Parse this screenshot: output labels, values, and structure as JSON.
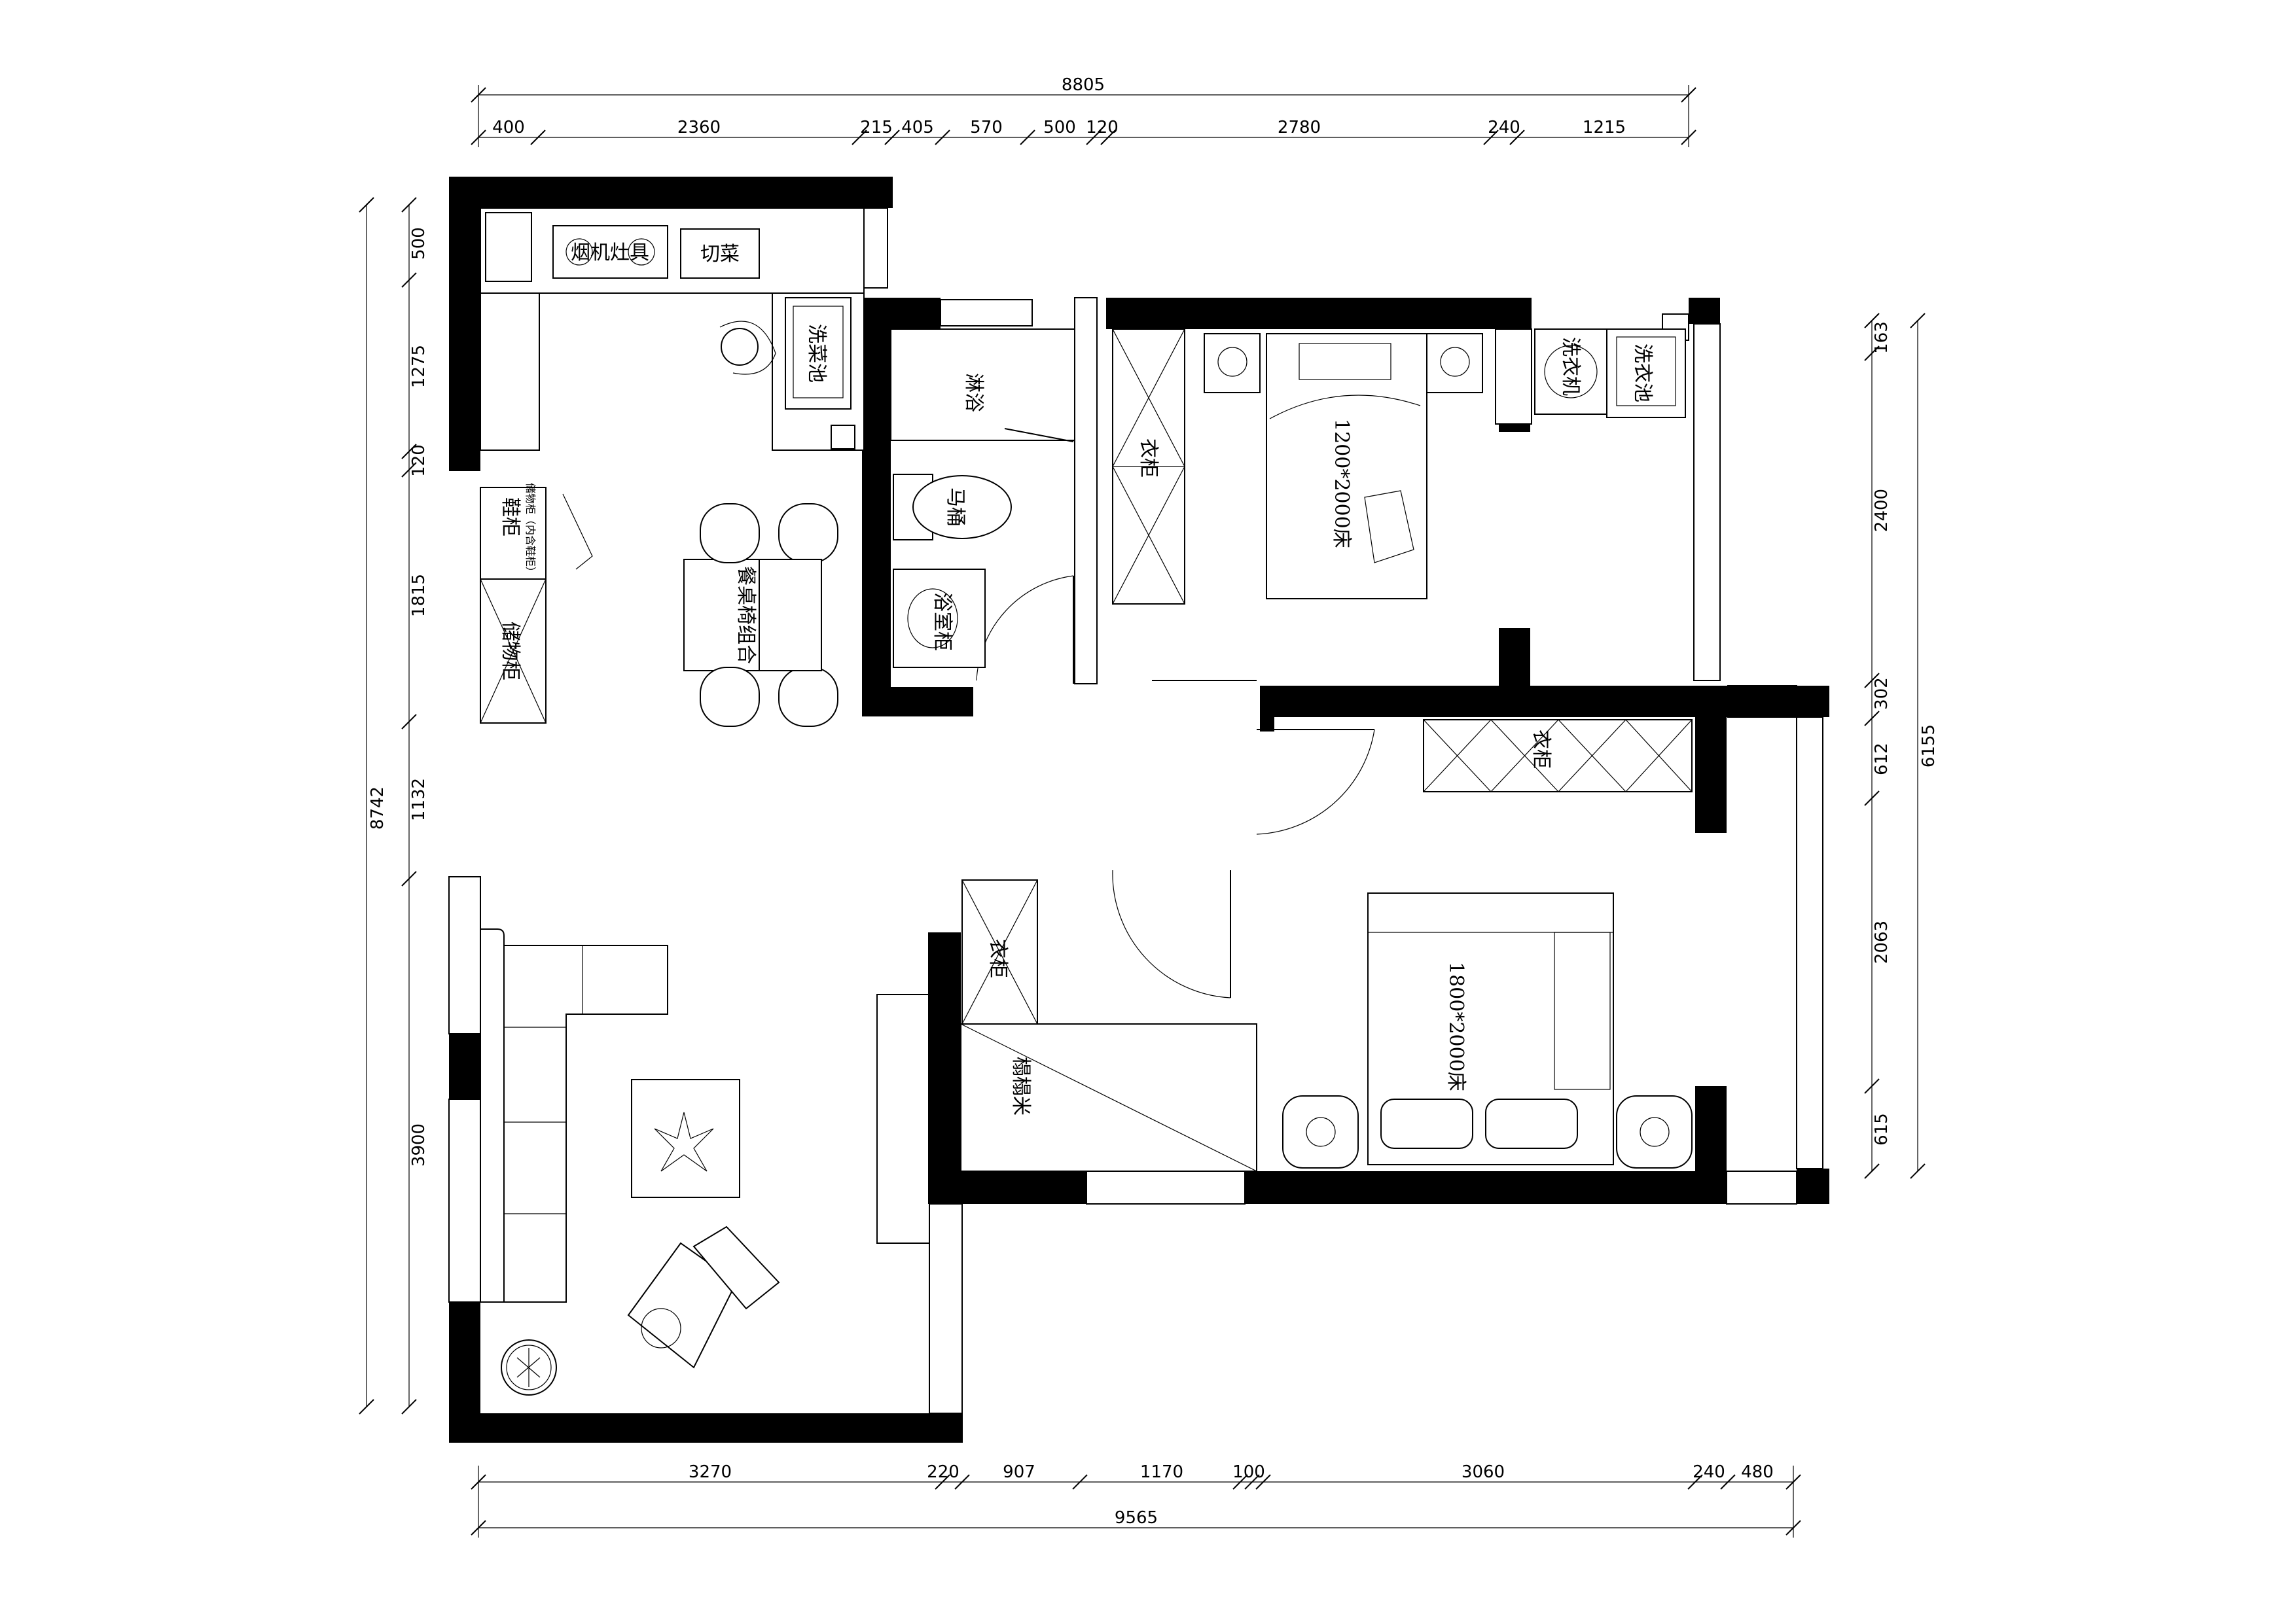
{
  "dimensions": {
    "top_total": "8805",
    "top_segments": [
      "400",
      "2360",
      "215",
      "405",
      "570",
      "500",
      "120",
      "2780",
      "240",
      "1215"
    ],
    "bottom_total": "9565",
    "bottom_segments": [
      "3270",
      "220",
      "907",
      "1170",
      "100",
      "3060",
      "240",
      "480"
    ],
    "left_total": "8742",
    "left_segments": [
      "500",
      "1275",
      "120",
      "1815",
      "1132",
      "3900"
    ],
    "right_total": "6155",
    "right_segments": [
      "163",
      "2400",
      "302",
      "612",
      "2063",
      "615"
    ]
  },
  "labels": {
    "range_hood": "烟机灶具",
    "cutting": "切菜",
    "kitchen_sink": "洗菜池",
    "shoe_cabinet": "鞋柜",
    "shoe_cabinet_note": "储物柜（内含鞋柜）",
    "storage_cabinet": "储物柜",
    "dining_set": "餐桌椅组合",
    "shower": "淋浴",
    "toilet_1": "马",
    "toilet_2": "桶",
    "basin": "浴室柜",
    "wardrobe_master": "衣柜",
    "bed_small": "1200*2000床",
    "washing_machine": "洗衣机",
    "laundry_sink": "洗衣池",
    "wardrobe_second": "衣柜",
    "bed_large": "1800*2000床",
    "wardrobe_third": "衣柜",
    "tatami": "榻榻米"
  }
}
